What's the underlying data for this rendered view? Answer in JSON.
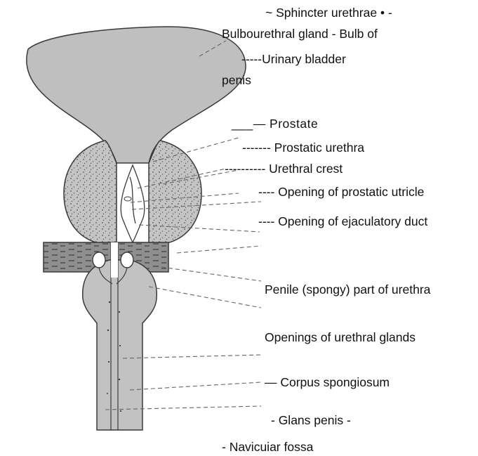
{
  "diagram": {
    "labels": {
      "sphincter": "~ Sphincter urethrae • -",
      "bulbourethral": "Bulbourethral gland - Bulb of",
      "urinary_bladder": "-----Urinary bladder",
      "penis": "penis",
      "prostate": "___— Prostate",
      "prostatic_urethra": "------- Prostatic urethra",
      "urethral_crest": "---------- Urethral crest",
      "prostatic_utricle": "---- Opening of prostatic utricle",
      "ejaculatory_duct": "---- Opening of ejaculatory duct",
      "penile_urethra": "Penile (spongy) part of urethra",
      "urethral_glands": "Openings of urethral glands",
      "corpus_spongiosum": "— Corpus spongiosum",
      "glans_penis": "- Glans penis -",
      "navicular_fossa": "- Navicuiar fossa"
    },
    "colors": {
      "organ_fill": "#bfbfbf",
      "outline": "#3a3a3a",
      "membrane_fill": "#8c8c8c",
      "leader": "#666666",
      "text": "#111111"
    }
  }
}
